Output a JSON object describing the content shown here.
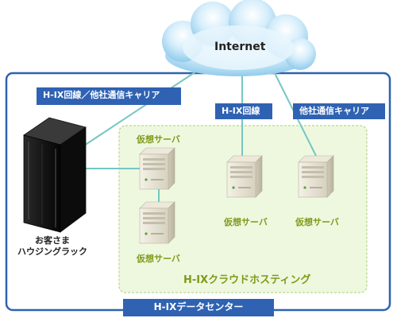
{
  "cloud": {
    "label": "Internet"
  },
  "tags": {
    "left_carrier": "H-IX回線／他社通信キャリア",
    "center_line": "H-IX回線",
    "right_carrier": "他社通信キャリア"
  },
  "rack": {
    "label_line1": "お客さま",
    "label_line2": "ハウジングラック"
  },
  "servers": [
    {
      "label": "仮想サーバ"
    },
    {
      "label": "仮想サーバ"
    },
    {
      "label": "仮想サーバ"
    },
    {
      "label": "仮想サーバ"
    }
  ],
  "hosting": {
    "label": "H-IXクラウドホスティング"
  },
  "datacenter": {
    "label": "H-IXデータセンター"
  },
  "colors": {
    "datacenter_border": "#2f62b2",
    "tag_background": "#2f62b2",
    "hosting_background": "#eef8df",
    "hosting_border": "#a9cf73",
    "hosting_text": "#7f9a1a",
    "connection_line": "#74c7c2",
    "cloud": "#a7d8f4"
  },
  "icons": {
    "cloud": "internet-cloud-icon",
    "rack": "server-rack-icon",
    "server": "tower-server-icon"
  }
}
